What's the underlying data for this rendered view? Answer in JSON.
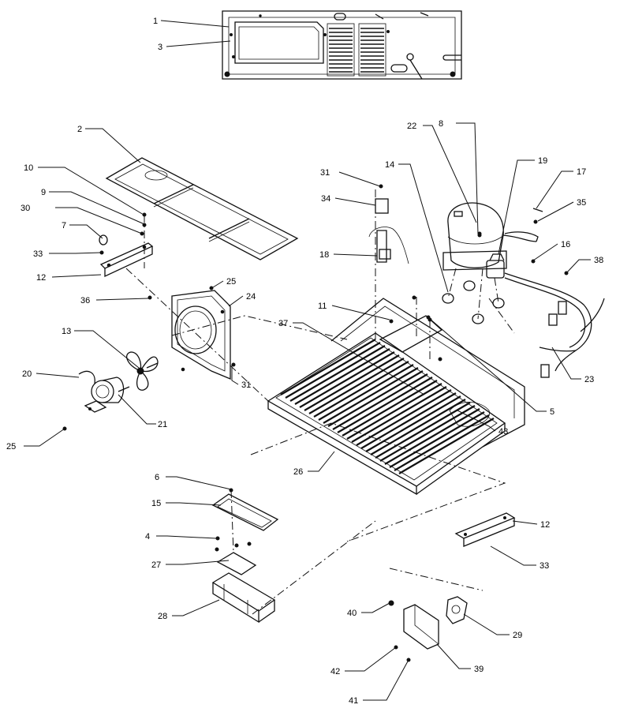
{
  "diagram": {
    "callouts": [
      {
        "id": "c1",
        "label": "1"
      },
      {
        "id": "c3",
        "label": "3"
      },
      {
        "id": "c2",
        "label": "2"
      },
      {
        "id": "c10",
        "label": "10"
      },
      {
        "id": "c9",
        "label": "9"
      },
      {
        "id": "c30",
        "label": "30"
      },
      {
        "id": "c7",
        "label": "7"
      },
      {
        "id": "c33a",
        "label": "33"
      },
      {
        "id": "c12a",
        "label": "12"
      },
      {
        "id": "c25a",
        "label": "25"
      },
      {
        "id": "c36",
        "label": "36"
      },
      {
        "id": "c24",
        "label": "24"
      },
      {
        "id": "c13",
        "label": "13"
      },
      {
        "id": "c20",
        "label": "20"
      },
      {
        "id": "c31a",
        "label": "31"
      },
      {
        "id": "c21",
        "label": "21"
      },
      {
        "id": "c25b",
        "label": "25"
      },
      {
        "id": "c31b",
        "label": "31"
      },
      {
        "id": "c34",
        "label": "34"
      },
      {
        "id": "c18",
        "label": "18"
      },
      {
        "id": "c14",
        "label": "14"
      },
      {
        "id": "c22",
        "label": "22"
      },
      {
        "id": "c8",
        "label": "8"
      },
      {
        "id": "c19",
        "label": "19"
      },
      {
        "id": "c17",
        "label": "17"
      },
      {
        "id": "c35",
        "label": "35"
      },
      {
        "id": "c16",
        "label": "16"
      },
      {
        "id": "c38",
        "label": "38"
      },
      {
        "id": "c11",
        "label": "11"
      },
      {
        "id": "c37",
        "label": "37"
      },
      {
        "id": "c5",
        "label": "5"
      },
      {
        "id": "c23",
        "label": "23"
      },
      {
        "id": "c43",
        "label": "43"
      },
      {
        "id": "c26",
        "label": "26"
      },
      {
        "id": "c6",
        "label": "6"
      },
      {
        "id": "c15",
        "label": "15"
      },
      {
        "id": "c4",
        "label": "4"
      },
      {
        "id": "c27",
        "label": "27"
      },
      {
        "id": "c28",
        "label": "28"
      },
      {
        "id": "c12b",
        "label": "12"
      },
      {
        "id": "c33b",
        "label": "33"
      },
      {
        "id": "c40",
        "label": "40"
      },
      {
        "id": "c29",
        "label": "29"
      },
      {
        "id": "c42",
        "label": "42"
      },
      {
        "id": "c39",
        "label": "39"
      },
      {
        "id": "c41",
        "label": "41"
      }
    ]
  }
}
